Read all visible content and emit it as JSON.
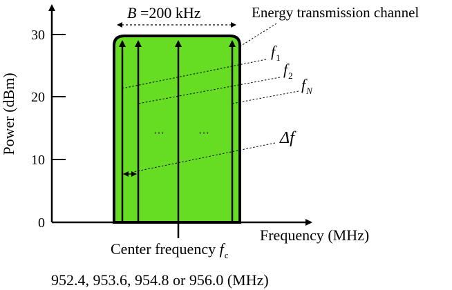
{
  "axes": {
    "y_label": "Power (dBm)",
    "x_label": "Frequency (MHz)",
    "y_ticks": [
      "30",
      "20",
      "10",
      "0"
    ]
  },
  "bandwidth": {
    "symbol": "B",
    "text": " =200 kHz"
  },
  "channel_label": "Energy transmission channel",
  "frequencies": {
    "f1": {
      "symbol": "f",
      "sub": "1"
    },
    "f2": {
      "symbol": "f",
      "sub": "2"
    },
    "fN": {
      "symbol": "f",
      "sub": "N"
    }
  },
  "spacing": {
    "symbol": "Δf"
  },
  "ellipsis": [
    "···",
    "···"
  ],
  "center_frequency": {
    "text": "Center frequency ",
    "symbol": "f",
    "sub": "c"
  },
  "center_values": "952.4, 953.6, 954.8 or 956.0 (MHz)",
  "colors": {
    "channel_fill": "#66dd22",
    "stroke": "#000000"
  }
}
